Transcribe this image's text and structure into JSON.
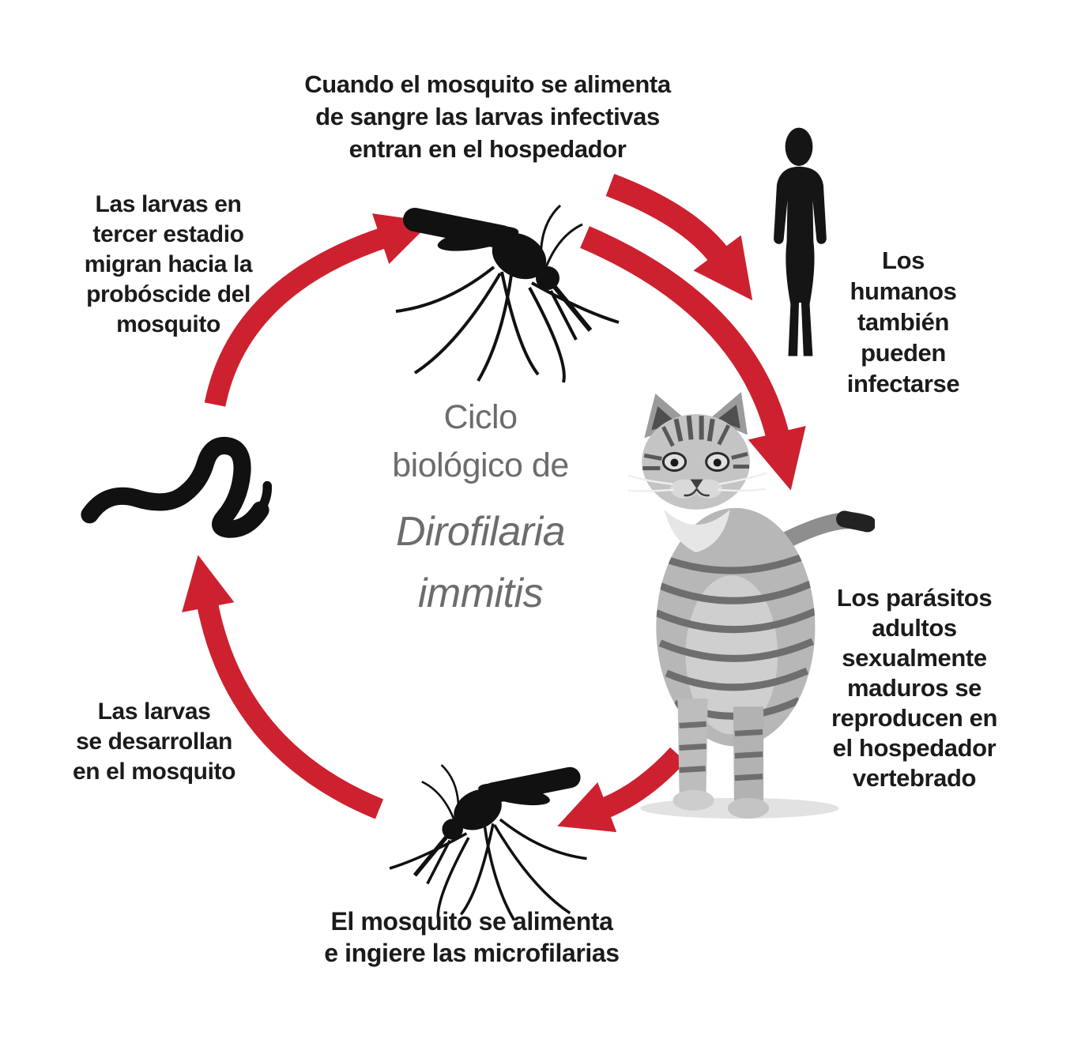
{
  "page": {
    "background": "#ffffff",
    "colors": {
      "arrow_red": "#cd2130",
      "text_black": "#1b1b1b",
      "title_gray": "#6b6c6e"
    },
    "title": {
      "lines": [
        "Ciclo",
        "biológico de"
      ],
      "species": [
        "Dirofilaria",
        "immitis"
      ]
    },
    "labels": {
      "mosquito_feeds_host": {
        "lines": [
          "Cuando el mosquito se alimenta",
          "de sangre las larvas infectivas",
          "entran en el hospedador"
        ]
      },
      "larvae_migrate": {
        "lines": [
          "Las larvas en",
          "tercer estadio",
          "migran hacia la",
          "probóscide del",
          "mosquito"
        ]
      },
      "humans_infected": {
        "lines": [
          "Los",
          "humanos",
          "también",
          "pueden",
          "infectarse"
        ]
      },
      "adult_parasites": {
        "lines": [
          "Los parásitos",
          "adultos",
          "sexualmente",
          "maduros se",
          "reproducen en",
          "el hospedador",
          "vertebrado"
        ]
      },
      "mosquito_ingests": {
        "lines": [
          "El mosquito se alimenta",
          "e ingiere las microfilarias"
        ]
      },
      "larvae_develop": {
        "lines": [
          "Las larvas",
          "se desarrollan",
          "en el mosquito"
        ]
      }
    },
    "icons": {
      "mosquito_top": "mosquito silhouette",
      "mosquito_bottom": "mosquito silhouette (mirrored)",
      "human": "standing human silhouette",
      "larva": "larva worm squiggle",
      "cat": "grey tabby cat"
    }
  }
}
